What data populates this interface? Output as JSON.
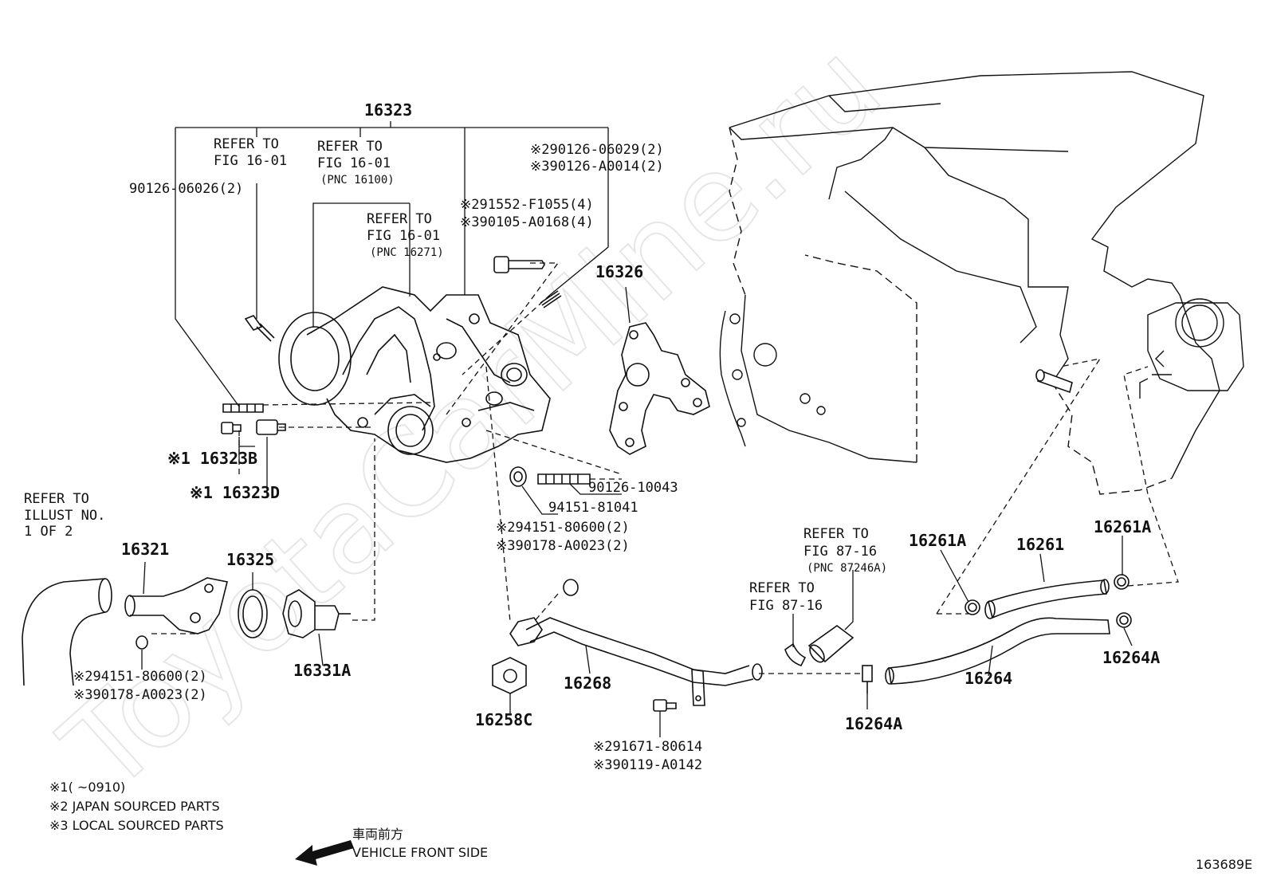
{
  "watermark": "ToyotaCarMine.ru",
  "figure_id": "163689E",
  "callouts": {
    "p16323": "16323",
    "refer_a1": "REFER TO",
    "refer_a2": "FIG 16-01",
    "refer_b1": "REFER TO",
    "refer_b2": "FIG 16-01",
    "refer_b3": "(PNC 16100)",
    "refer_c1": "REFER TO",
    "refer_c2": "FIG 16-01",
    "refer_c3": "(PNC 16271)",
    "p90126_06026": "90126-06026(2)",
    "p90126_06029": "※290126-06029(2)",
    "p90126_A0014": "※390126-A0014(2)",
    "p91552_F1055": "※291552-F1055(4)",
    "p90105_A0168": "※390105-A0168(4)",
    "p16326": "16326",
    "p16323B": "※1 16323B",
    "p16323D": "※1 16323D",
    "p90126_10043": "90126-10043",
    "p94151_81041": "94151-81041",
    "p94151_80600_a": "※294151-80600(2)",
    "p90178_A0023_a": "※390178-A0023(2)",
    "refer_d1": "REFER TO",
    "refer_d2": "ILLUST NO.",
    "refer_d3": "1 OF 2",
    "p16321": "16321",
    "p16325": "16325",
    "p16331A": "16331A",
    "p94151_80600_b": "※294151-80600(2)",
    "p90178_A0023_b": "※390178-A0023(2)",
    "p16258C": "16258C",
    "p16268": "16268",
    "p91671_80614": "※291671-80614",
    "p90119_A0142": "※390119-A0142",
    "refer_e1": "REFER TO",
    "refer_e2": "FIG 87-16",
    "refer_e3": "(PNC 87246A)",
    "refer_f1": "REFER TO",
    "refer_f2": "FIG 87-16",
    "p16261A_l": "16261A",
    "p16261": "16261",
    "p16261A_r": "16261A",
    "p16264A_c": "16264A",
    "p16264": "16264",
    "p16264A_r": "16264A"
  },
  "legend": {
    "note1": "※1(        ~0910)",
    "note2": "※2 JAPAN SOURCED PARTS",
    "note3": "※3 LOCAL SOURCED PARTS"
  },
  "direction": {
    "jp": "車両前方",
    "en": "VEHICLE FRONT SIDE"
  }
}
